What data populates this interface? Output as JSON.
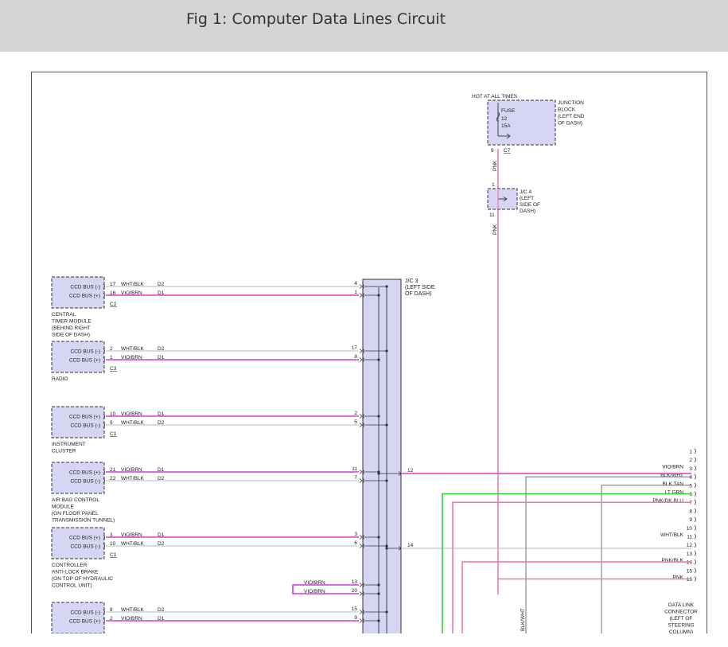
{
  "header": {
    "title": "Fig 1: Computer Data Lines Circuit"
  },
  "colors": {
    "vio": "#d63ad6",
    "gry": "#b8b8b8",
    "pnk": "#f07ab0",
    "grn": "#2fd42f",
    "blk": "#707070",
    "box": "#d6d6f4"
  },
  "power": {
    "hot_label": "HOT AT ALL TIMES",
    "fuse_label": "FUSE",
    "fuse_num": "12",
    "fuse_amp": "15A",
    "jb_label": [
      "JUNCTION",
      "BLOCK",
      "(LEFT END",
      "OF DASH)"
    ],
    "pin_9": "9",
    "conn_c7": "C7",
    "wire_pnk": "PNK",
    "jc4_label": [
      "J/C 4",
      "(LEFT",
      "SIDE OF",
      "DASH)"
    ],
    "pin_1": "1",
    "pin_11": "11"
  },
  "jc3": {
    "label": [
      "J/C 3",
      "(LEFT SIDE",
      "OF DASH)"
    ]
  },
  "modules": [
    {
      "key": "ctm",
      "pins": [
        {
          "text": "CCD BUS (-)",
          "pin": "17",
          "color": "WHT/BLK",
          "code": "D2",
          "jcpin": "4",
          "wire": "gry"
        },
        {
          "text": "CCD BUS (+)",
          "pin": "16",
          "color": "VIO/BRN",
          "code": "D1",
          "jcpin": "1",
          "wire": "vio"
        }
      ],
      "conn": "C2",
      "label": [
        "CENTRAL",
        "TIMER MODULE",
        "(BEHIND RIGHT",
        "SIDE OF DASH)"
      ]
    },
    {
      "key": "radio",
      "pins": [
        {
          "text": "CCD BUS (-)",
          "pin": "2",
          "color": "WHT/BLK",
          "code": "D2",
          "jcpin": "17",
          "wire": "gry"
        },
        {
          "text": "CCD BUS (+)",
          "pin": "1",
          "color": "VIO/BRN",
          "code": "D1",
          "jcpin": "8",
          "wire": "vio"
        }
      ],
      "conn": "C3",
      "label": [
        "RADIO"
      ]
    },
    {
      "key": "cluster",
      "pins": [
        {
          "text": "CCD BUS (+)",
          "pin": "10",
          "color": "VIO/BRN",
          "code": "D1",
          "jcpin": "2",
          "wire": "vio"
        },
        {
          "text": "CCD BUS (-)",
          "pin": "9",
          "color": "WHT/BLK",
          "code": "D2",
          "jcpin": "5",
          "wire": "gry"
        }
      ],
      "conn": "C1",
      "label": [
        "INSTRUMENT",
        "CLUSTER"
      ]
    },
    {
      "key": "airbag",
      "pins": [
        {
          "text": "CCD BUS (+)",
          "pin": "21",
          "color": "VIO/BRN",
          "code": "D1",
          "jcpin": "11",
          "wire": "vio"
        },
        {
          "text": "CCD BUS (-)",
          "pin": "22",
          "color": "WHT/BLK",
          "code": "D2",
          "jcpin": "7",
          "wire": "gry"
        }
      ],
      "conn": "",
      "label": [
        "AIR BAG CONTROL",
        "MODULE",
        "(ON FLOOR PANEL",
        "TRANSMISSION TUNNEL)"
      ]
    },
    {
      "key": "abs",
      "pins": [
        {
          "text": "CCD BUS (+)",
          "pin": "3",
          "color": "VIO/BRN",
          "code": "D1",
          "jcpin": "3",
          "wire": "vio"
        },
        {
          "text": "CCD BUS (-)",
          "pin": "10",
          "color": "WHT/BLK",
          "code": "D2",
          "jcpin": "6",
          "wire": "gry"
        }
      ],
      "conn": "C1",
      "label": [
        "CONTROLLER",
        "ANTI-LOCK BRAKE",
        "(ON TOP OF HYDRAULIC",
        "CONTROL UNIT)"
      ]
    },
    {
      "key": "bottom",
      "pins": [
        {
          "text": "CCD BUS (-)",
          "pin": "8",
          "color": "WHT/BLK",
          "code": "D2",
          "jcpin": "15",
          "wire": "gry"
        },
        {
          "text": "CCD BUS (+)",
          "pin": "2",
          "color": "VIO/BRN",
          "code": "D1",
          "jcpin": "9",
          "wire": "vio"
        }
      ],
      "conn": "",
      "label": []
    }
  ],
  "jumper": {
    "top_color": "VIO/BRN",
    "top_pin": "13",
    "bot_color": "VIO/BRN",
    "bot_pin": "20"
  },
  "outputs": {
    "pin_12": "12",
    "pin_14": "14"
  },
  "dlc": {
    "pins": [
      {
        "num": "1",
        "wire": ""
      },
      {
        "num": "2",
        "wire": ""
      },
      {
        "num": "3",
        "wire": "VIO/BRN"
      },
      {
        "num": "4",
        "wire": "BLK/WHT"
      },
      {
        "num": "5",
        "wire": "BLK TAN"
      },
      {
        "num": "6",
        "wire": "LT GRN"
      },
      {
        "num": "7",
        "wire": "PNK/DK BLU"
      },
      {
        "num": "8",
        "wire": ""
      },
      {
        "num": "9",
        "wire": ""
      },
      {
        "num": "10",
        "wire": ""
      },
      {
        "num": "11",
        "wire": "WHT/BLK"
      },
      {
        "num": "12",
        "wire": ""
      },
      {
        "num": "13",
        "wire": ""
      },
      {
        "num": "14",
        "wire": "PNK/BLK"
      },
      {
        "num": "15",
        "wire": ""
      },
      {
        "num": "16",
        "wire": "PNK"
      }
    ],
    "label": [
      "DATA LINK",
      "CONNECTOR",
      "(LEFT OF",
      "STEERING",
      "COLUMN)"
    ],
    "blkwht_vertical": "BLK/WHT"
  }
}
